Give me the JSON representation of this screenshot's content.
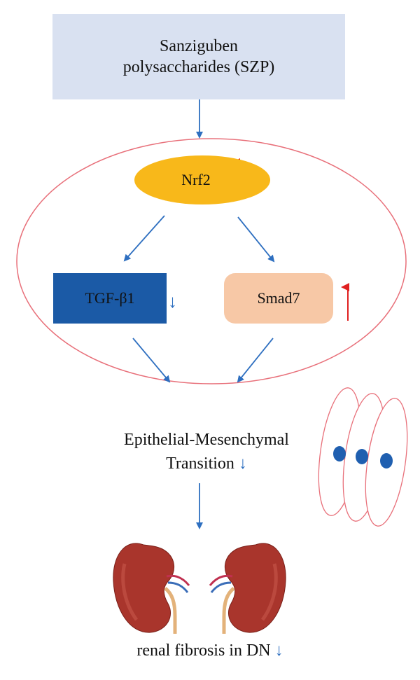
{
  "diagram": {
    "szp_line1": "Sanziguben",
    "szp_line2": "polysaccharides (SZP)",
    "nrf2": "Nrf2",
    "tgf": "TGF-β1",
    "smad": "Smad7",
    "emt_line1": "Epithelial-Mesenchymal",
    "emt_line2": "Transition",
    "renal": "renal fibrosis in DN",
    "down_arrow": "↓"
  },
  "colors": {
    "szp_box": "#d9e1f1",
    "nrf2_fill": "#f8b81a",
    "tgf_fill": "#1b5aa6",
    "smad_fill": "#f7c8a6",
    "arrows": "#2e6fc0",
    "up_arrows": "#e02020",
    "ellipse_outline": "#e8707a"
  },
  "icons": [
    "up-arrow-icon",
    "down-arrow-icon",
    "cell-icon",
    "kidney-icon"
  ]
}
